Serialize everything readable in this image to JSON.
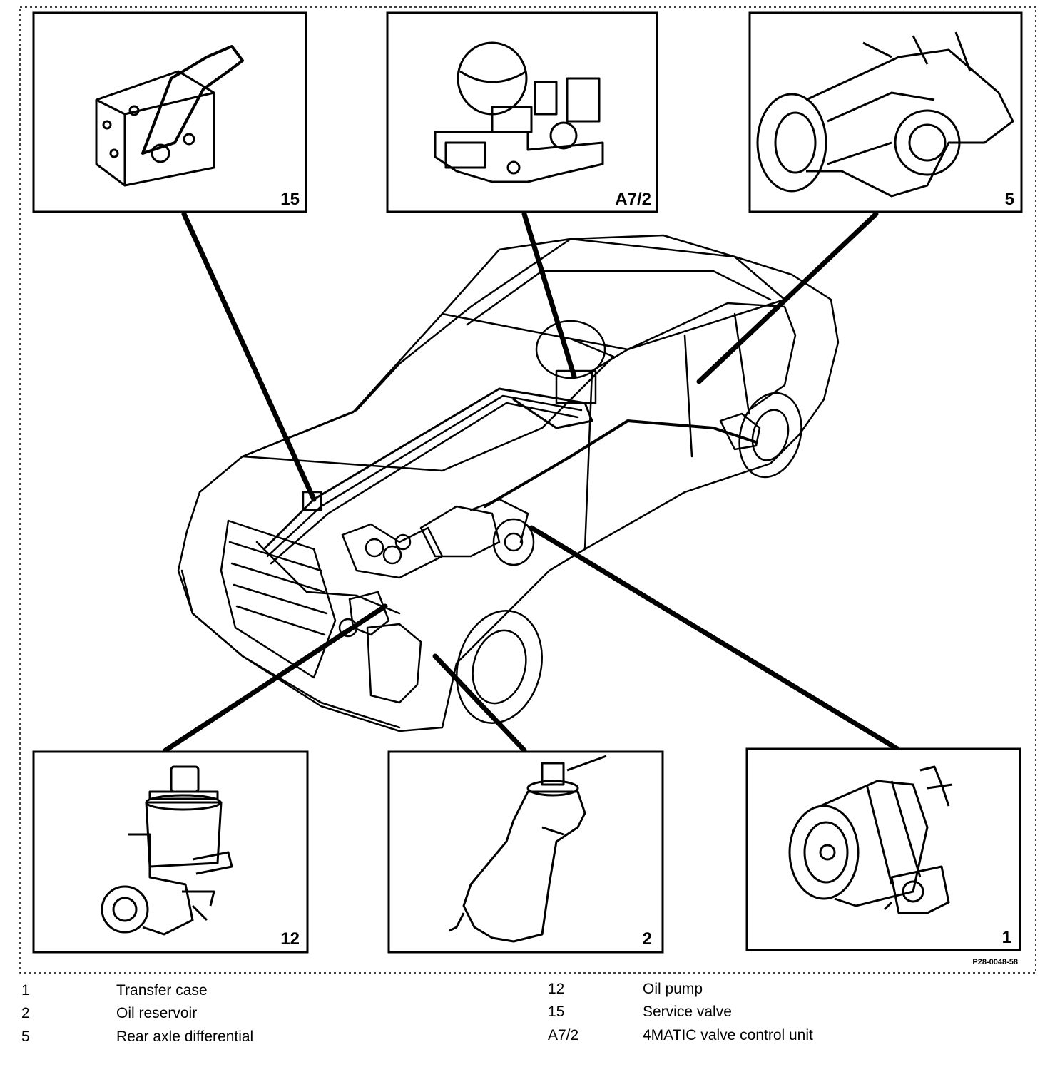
{
  "figure": {
    "reference": "P28-0048-58",
    "callouts": [
      {
        "id": "15",
        "label": "15"
      },
      {
        "id": "A7/2",
        "label": "A7/2"
      },
      {
        "id": "5",
        "label": "5"
      },
      {
        "id": "12",
        "label": "12"
      },
      {
        "id": "2",
        "label": "2"
      },
      {
        "id": "1",
        "label": "1"
      }
    ]
  },
  "legend": {
    "left": [
      {
        "number": "1",
        "description": "Transfer case"
      },
      {
        "number": "2",
        "description": "Oil reservoir"
      },
      {
        "number": "5",
        "description": "Rear axle differential"
      }
    ],
    "right": [
      {
        "number": "12",
        "description": "Oil pump"
      },
      {
        "number": "15",
        "description": "Service valve"
      },
      {
        "number": "A7/2",
        "description": "4MATIC valve control unit"
      }
    ]
  }
}
